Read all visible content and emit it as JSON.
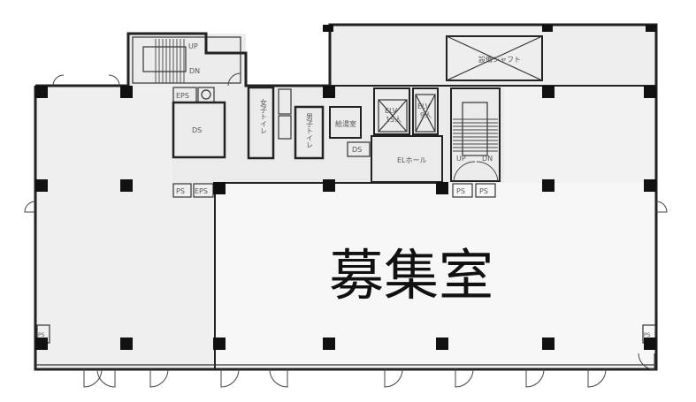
{
  "plan": {
    "vacant_room_label": "募集室",
    "rooms": {
      "eps_top": "EPS",
      "ds_left": "DS",
      "womens_toilet": "女子トイレ",
      "mens_toilet": "男子トイレ",
      "kitchenette": "給湯室",
      "ds_core": "DS",
      "elevator_1": "ELV",
      "elevator_1_capacity": "15人",
      "elevator_2": "ELV",
      "elevator_2_capacity": "9人",
      "elevator_hall": "ELホール",
      "equipment_shaft": "設備シャフト",
      "ps_left": "PS",
      "eps_left": "EPS",
      "ps_right_1": "PS",
      "ps_right_2": "PS",
      "ps_west_wall": "PS",
      "ps_east_wall": "PS"
    },
    "stairs": {
      "north_up": "UP",
      "north_down": "DN",
      "east_up": "UP",
      "east_down": "DN"
    }
  }
}
